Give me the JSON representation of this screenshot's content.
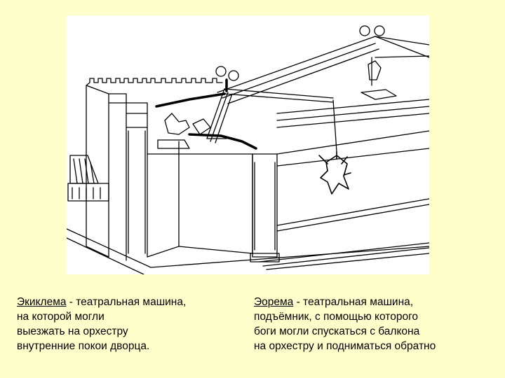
{
  "illustration": {
    "subject": "theatre-stage-machinery-drawing"
  },
  "captions": {
    "left": {
      "term": "Экиклема",
      "line1_rest": " - театральная машина,",
      "line2": "на которой могли",
      "line3": "выезжать на орхестру",
      "line4": "внутренние покои дворца."
    },
    "right": {
      "term": "Эорема",
      "line1_rest": " - театральная машина,",
      "line2": "подъёмник, с помощью которого",
      "line3": "боги могли спускаться с балкона",
      "line4": "на орхестру и подниматься обратно"
    }
  }
}
